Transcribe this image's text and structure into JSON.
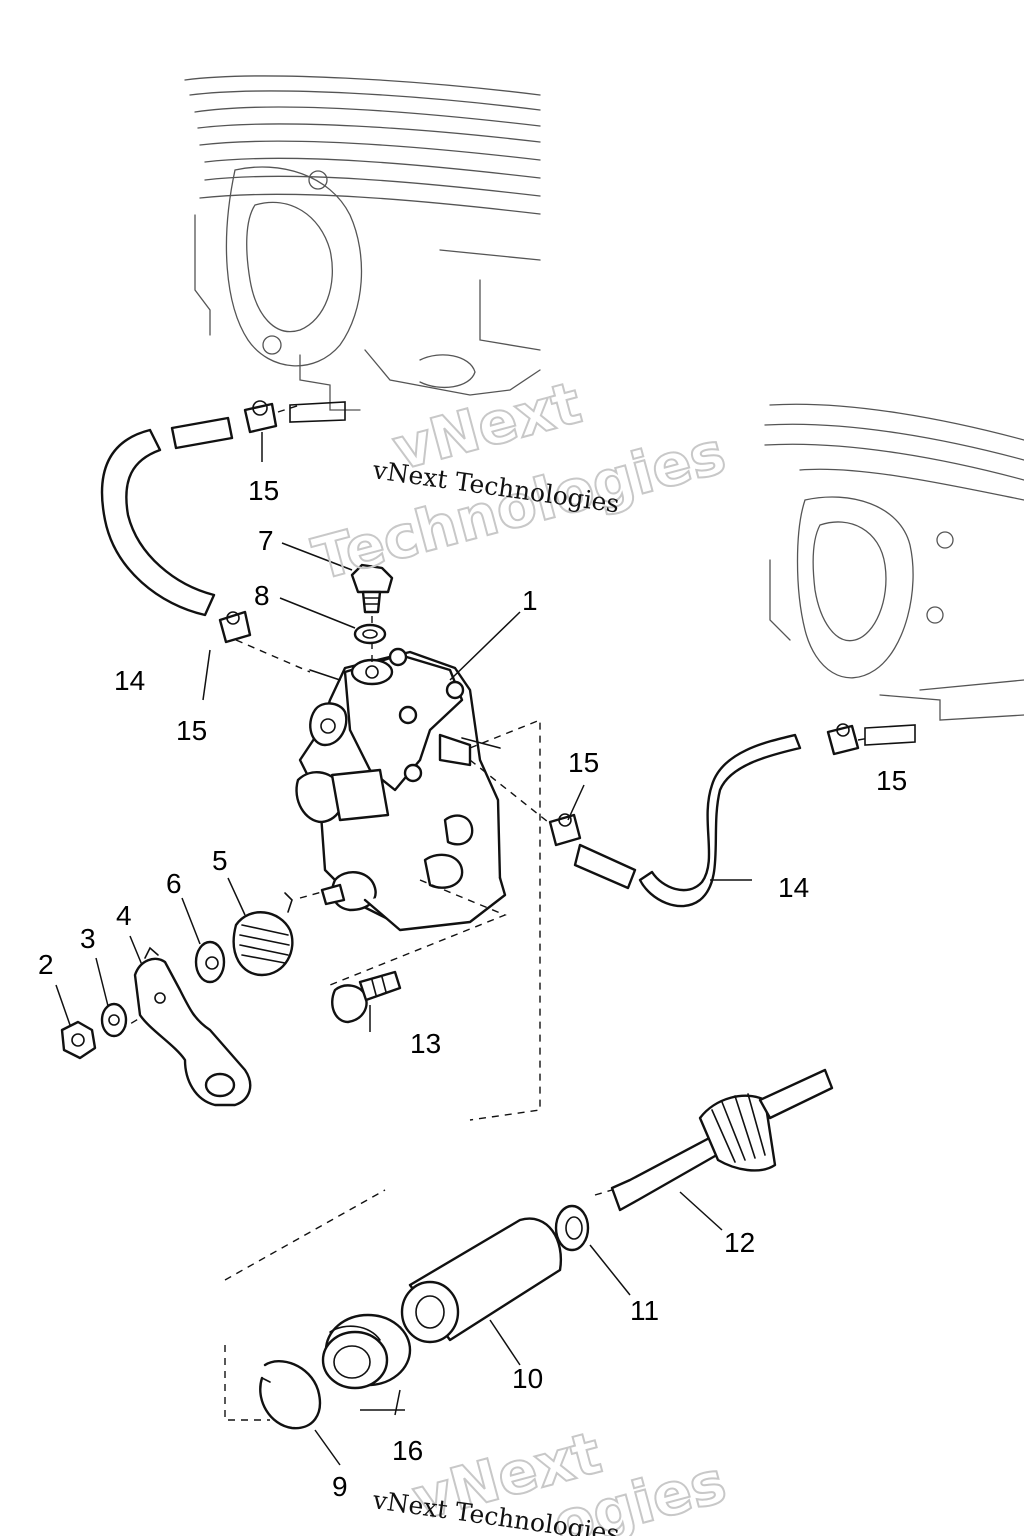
{
  "diagram": {
    "callouts": {
      "c1": "1",
      "c2": "2",
      "c3": "3",
      "c4": "4",
      "c5": "5",
      "c6": "6",
      "c7": "7",
      "c8": "8",
      "c9": "9",
      "c10": "10",
      "c11": "11",
      "c12": "12",
      "c13": "13",
      "c14a": "14",
      "c14b": "14",
      "c15a": "15",
      "c15b": "15",
      "c15c": "15",
      "c15d": "15",
      "c16": "16"
    }
  },
  "watermark": {
    "brand_large": "vNext",
    "brand_large_2": "Technologies",
    "brand_small": "vNext Technologies",
    "brand_large_b": "vNext",
    "brand_large_b2": "ogies",
    "brand_small_b": "vNext Technologies"
  }
}
